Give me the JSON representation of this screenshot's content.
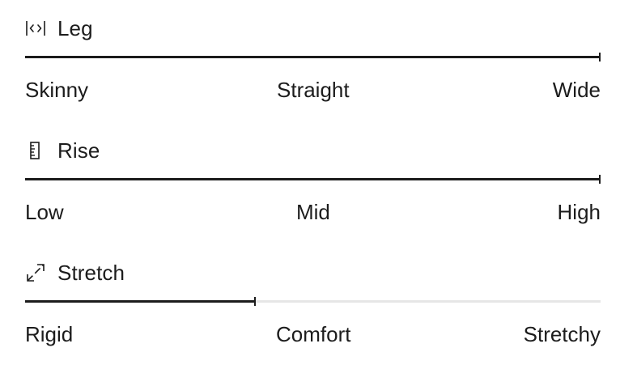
{
  "attributes": [
    {
      "title": "Leg",
      "icon": "leg-width-icon",
      "level": 1.0,
      "labels": {
        "low": "Skinny",
        "mid": "Straight",
        "high": "Wide"
      }
    },
    {
      "title": "Rise",
      "icon": "ruler-icon",
      "level": 1.0,
      "labels": {
        "low": "Low",
        "mid": "Mid",
        "high": "High"
      }
    },
    {
      "title": "Stretch",
      "icon": "expand-arrows-icon",
      "level": 0.4,
      "labels": {
        "low": "Rigid",
        "mid": "Comfort",
        "high": "Stretchy"
      }
    }
  ],
  "colors": {
    "fill": "#1c1c1c",
    "track": "#e6e6e6",
    "text": "#1c1c1c"
  }
}
